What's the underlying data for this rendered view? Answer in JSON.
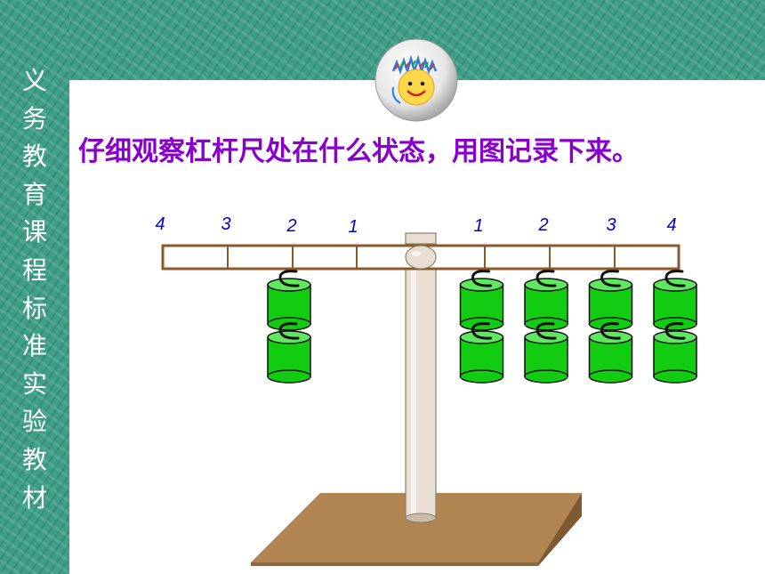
{
  "sidebar": {
    "title_chars": [
      "义",
      "务",
      "教",
      "育",
      "课",
      "程",
      "标",
      "准",
      "实",
      "验",
      "教",
      "材"
    ]
  },
  "main": {
    "heading": "仔细观察杠杆尺处在什么状态，用图记录下来。"
  },
  "lever": {
    "left_labels": [
      "4",
      "3",
      "2",
      "1"
    ],
    "right_labels": [
      "1",
      "2",
      "3",
      "4"
    ],
    "left_weights": [
      {
        "position": 2,
        "count": 2
      }
    ],
    "right_weights": [
      {
        "position": 1,
        "count": 2
      },
      {
        "position": 2,
        "count": 2
      },
      {
        "position": 3,
        "count": 2
      },
      {
        "position": 4,
        "count": 2
      }
    ]
  },
  "colors": {
    "sidebar": "#3f9f86",
    "heading": "#8800cc",
    "labels": "#0000cc",
    "weight": "#11cc11",
    "stand_post": "#e8dfd2",
    "base": "#b08552"
  },
  "icons": {
    "logo": "smiley-sun-logo-icon"
  }
}
